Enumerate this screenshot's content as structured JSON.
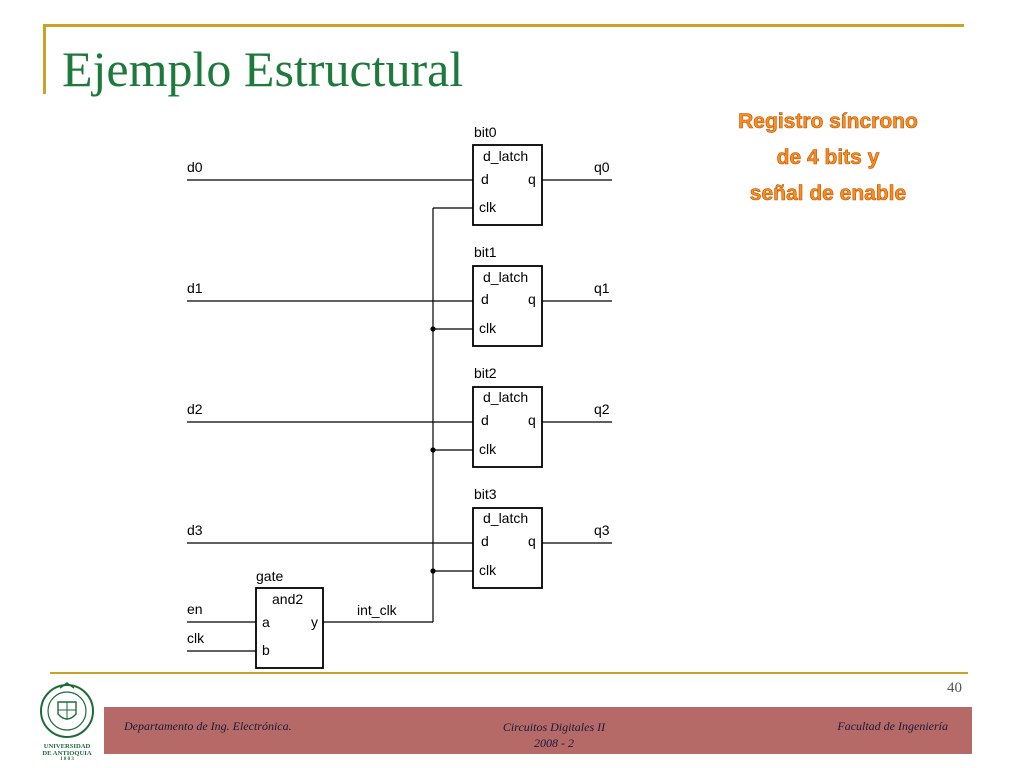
{
  "slide": {
    "title": "Ejemplo Estructural",
    "callout_lines": [
      "Registro síncrono",
      "de 4 bits y",
      "señal de enable"
    ],
    "page_number": "40"
  },
  "diagram": {
    "latches": [
      {
        "instance": "bit0",
        "type": "d_latch",
        "port_d": "d",
        "port_q": "q",
        "port_clk": "clk",
        "input": "d0",
        "output": "q0"
      },
      {
        "instance": "bit1",
        "type": "d_latch",
        "port_d": "d",
        "port_q": "q",
        "port_clk": "clk",
        "input": "d1",
        "output": "q1"
      },
      {
        "instance": "bit2",
        "type": "d_latch",
        "port_d": "d",
        "port_q": "q",
        "port_clk": "clk",
        "input": "d2",
        "output": "q2"
      },
      {
        "instance": "bit3",
        "type": "d_latch",
        "port_d": "d",
        "port_q": "q",
        "port_clk": "clk",
        "input": "d3",
        "output": "q3"
      }
    ],
    "gate": {
      "instance": "gate",
      "type": "and2",
      "port_a": "a",
      "port_b": "b",
      "port_y": "y",
      "input_a": "en",
      "input_b": "clk",
      "output": "int_clk"
    }
  },
  "footer": {
    "left": "Departamento de Ing. Electrónica.",
    "center_line1": "Circuitos Digitales II",
    "center_line2": "2008 - 2",
    "right": "Facultad de Ingeniería"
  },
  "logo": {
    "line1": "UNIVERSIDAD",
    "line2": "DE ANTIOQUIA",
    "line3": "1 8 0 3"
  },
  "colors": {
    "title": "#1e7a3c",
    "frame": "#c9a227",
    "callout": "#ff8c1a",
    "footer_bar": "#b56a68"
  }
}
